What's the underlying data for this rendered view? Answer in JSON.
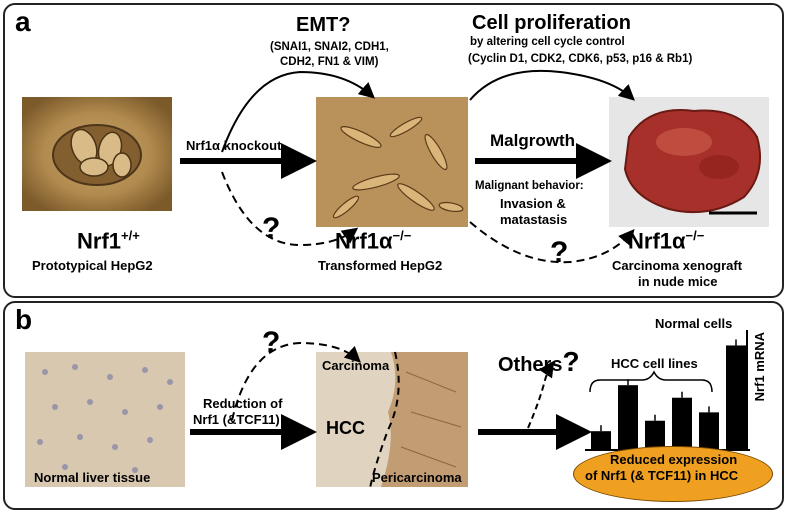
{
  "panel_a": {
    "letter": "a",
    "emt_title": "EMT?",
    "emt_genes_1": "(SNAI1, SNAI2, CDH1,",
    "emt_genes_2": "CDH2, FN1 & VIM)",
    "prolif_title": "Cell proliferation",
    "prolif_sub": "by altering cell cycle control",
    "prolif_genes": "(Cyclin D1, CDK2, CDK6, p53, p16 & Rb1)",
    "knockout_label": "Nrf1α knockout",
    "malgrowth_label": "Malgrowth",
    "malignant_1": "Malignant behavior:",
    "malignant_2": "Invasion &",
    "malignant_3": "matastasis",
    "q1": "?",
    "q2": "?",
    "cell1_name_base": "Nrf1",
    "cell1_name_sup": "+/+",
    "cell1_desc": "Prototypical HepG2",
    "cell2_name_base": "Nrf1α",
    "cell2_name_sup": "−/−",
    "cell2_desc": "Transformed HepG2",
    "cell3_name_base": "Nrf1α",
    "cell3_name_sup": "−/−",
    "cell3_desc_1": "Carcinoma xenograft",
    "cell3_desc_2": "in nude mice"
  },
  "panel_b": {
    "letter": "b",
    "q_top": "?",
    "normal_tissue": "Normal liver tissue",
    "reduction_1": "Reduction of",
    "reduction_2": "Nrf1 (&TCF11)",
    "carcinoma": "Carcinoma",
    "hcc": "HCC",
    "pericarcinoma": "Pericarcinoma",
    "others": "Others",
    "others_q": "?",
    "hcc_cell_lines": "HCC cell lines",
    "normal_cells": "Normal cells",
    "ylabel": "Nrf1 mRNA",
    "reduced_1": "Reduced expression",
    "reduced_2": "of Nrf1 (& TCF11) in HCC",
    "ellipse_color": "#f0a020"
  },
  "chart_data": {
    "type": "bar",
    "categories": [
      "",
      "",
      "",
      "",
      "",
      "",
      ""
    ],
    "values": [
      0.18,
      0.62,
      0.28,
      0.5,
      0.36,
      1.0
    ],
    "ylabel": "Nrf1 mRNA",
    "ylim": [
      0,
      1.1
    ]
  }
}
